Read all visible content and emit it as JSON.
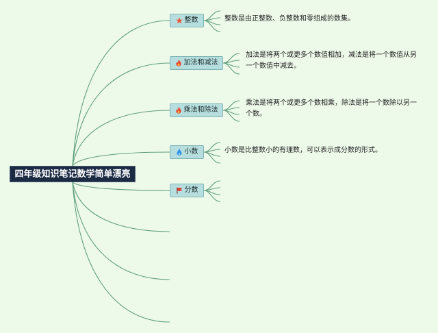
{
  "root": {
    "title": "四年级知识笔记数学简单漂亮"
  },
  "topics": [
    {
      "label": "整数",
      "icon": "star-icon",
      "icon_color": "#e8583a",
      "note_lines": [
        "整数是由正整数、负整数和零组成的数集。"
      ]
    },
    {
      "label": "加法和减法",
      "icon": "fire-icon",
      "icon_color": "#e8452a",
      "note_lines": [
        "加法是将两个或更多个数值相加，减法是将一个数值从另",
        "一个数值中减去。"
      ]
    },
    {
      "label": "乘法和除法",
      "icon": "fire-icon",
      "icon_color": "#e8452a",
      "note_lines": [
        "乘法是将两个或更多个数相乘，除法是将一个数除以另一",
        "个数。"
      ]
    },
    {
      "label": "小数",
      "icon": "water-drop-icon",
      "icon_color": "#2f8fe6",
      "note_lines": [
        "小数是比整数小的有理数，可以表示成分数的形式。"
      ]
    },
    {
      "label": "分数",
      "icon": "flag-icon",
      "icon_color": "#e23a2a",
      "note_lines": []
    }
  ],
  "colors": {
    "background": "#eefae9",
    "branch_line": "#5e9e7e",
    "root_fill": "#1c2b44",
    "topic_fill": "#b7dede"
  }
}
